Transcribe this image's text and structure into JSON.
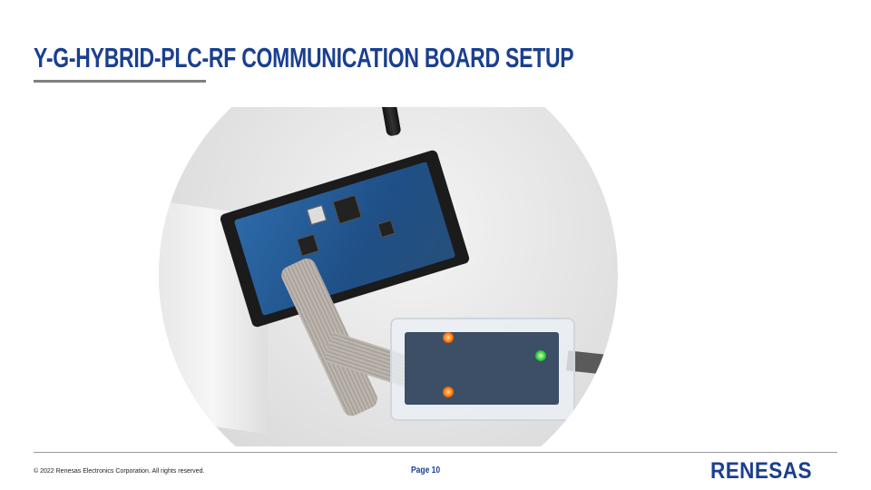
{
  "slide": {
    "title": "Y-G-HYBRID-PLC-RF COMMUNICATION BOARD SETUP"
  },
  "photo": {
    "subject": "board-setup-photo"
  },
  "footer": {
    "copyright": "© 2022 Renesas Electronics Corporation. All rights reserved.",
    "page": "Page 10",
    "logo": "RENESAS"
  },
  "colors": {
    "brand": "#1a3f8f",
    "rule": "#808080"
  }
}
